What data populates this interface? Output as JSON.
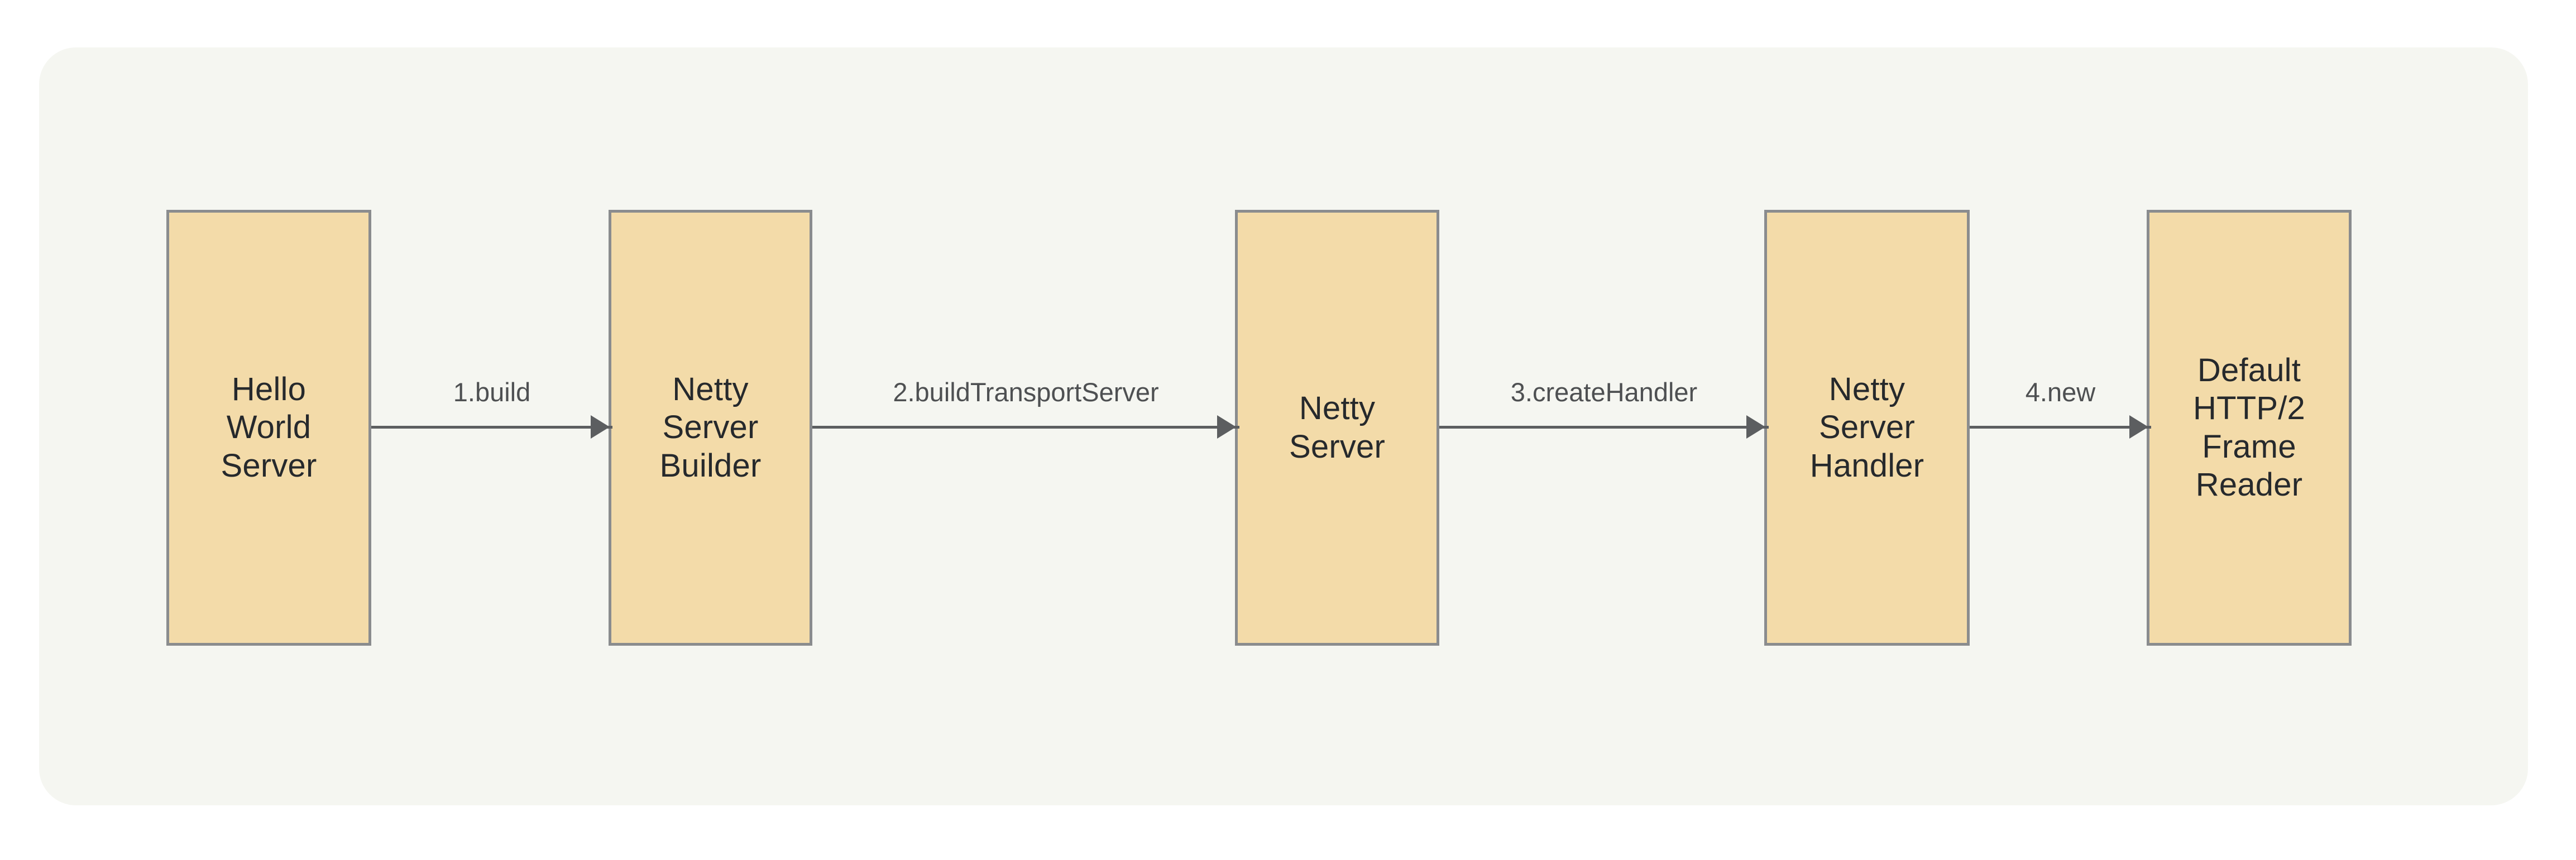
{
  "canvas": {
    "background_color": "#ffffff",
    "panel_color": "#f5f6f1"
  },
  "theme": {
    "node_fill": "#f3dba9",
    "node_border": "#8a8c8e",
    "node_text": "#26292c",
    "edge_color": "#5c5e60",
    "edge_label_text": "#4e5052"
  },
  "diagram": {
    "type": "flowchart",
    "direction": "left-to-right",
    "nodes": [
      {
        "id": "hello-world-server",
        "label": "Hello\nWorld\nServer"
      },
      {
        "id": "netty-server-builder",
        "label": "Netty\nServer\nBuilder"
      },
      {
        "id": "netty-server",
        "label": "Netty\nServer"
      },
      {
        "id": "netty-server-handler",
        "label": "Netty\nServer\nHandler"
      },
      {
        "id": "default-http2-frame-reader",
        "label": "Default\nHTTP/2\nFrame\nReader"
      }
    ],
    "edges": [
      {
        "id": "edge-1",
        "from": "hello-world-server",
        "to": "netty-server-builder",
        "label": "1.build"
      },
      {
        "id": "edge-2",
        "from": "netty-server-builder",
        "to": "netty-server",
        "label": "2.buildTransportServer"
      },
      {
        "id": "edge-3",
        "from": "netty-server",
        "to": "netty-server-handler",
        "label": "3.createHandler"
      },
      {
        "id": "edge-4",
        "from": "netty-server-handler",
        "to": "default-http2-frame-reader",
        "label": "4.new"
      }
    ]
  }
}
